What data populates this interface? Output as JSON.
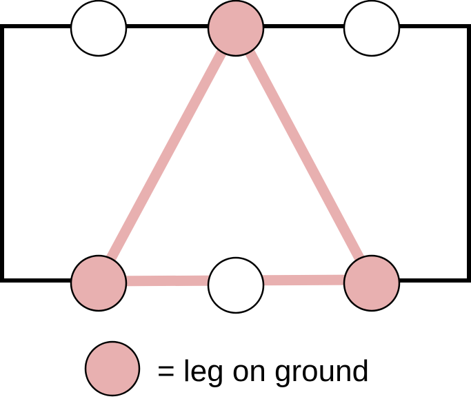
{
  "colors": {
    "body_outline": "#000000",
    "ground_fill": "#e8b0b0",
    "support_triangle": "#e8b0b0",
    "air_fill": "#ffffff",
    "text": "#000000"
  },
  "legs": [
    {
      "id": "front-left",
      "state": "air"
    },
    {
      "id": "front-middle",
      "state": "ground"
    },
    {
      "id": "front-right",
      "state": "air"
    },
    {
      "id": "rear-left",
      "state": "ground"
    },
    {
      "id": "rear-middle",
      "state": "air"
    },
    {
      "id": "rear-right",
      "state": "ground"
    }
  ],
  "legend": {
    "label": "= leg on ground",
    "icon": "ground-leg-circle"
  }
}
